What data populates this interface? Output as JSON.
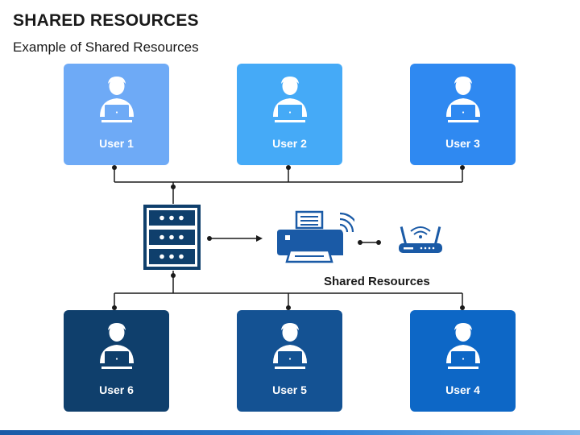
{
  "header": {
    "title": "SHARED RESOURCES",
    "subtitle": "Example of Shared Resources"
  },
  "users_top": [
    {
      "label": "User 1",
      "color": "#6eaaf6"
    },
    {
      "label": "User 2",
      "color": "#45aaf7"
    },
    {
      "label": "User 3",
      "color": "#2f89f1"
    }
  ],
  "users_bottom": [
    {
      "label": "User 6",
      "color": "#0f3f6c"
    },
    {
      "label": "User 5",
      "color": "#145293"
    },
    {
      "label": "User 4",
      "color": "#0d67c6"
    }
  ],
  "resources": {
    "label": "Shared Resources",
    "icons": [
      "server-icon",
      "printer-icon",
      "wifi-router-icon"
    ],
    "icon_color": "#1a5aa6"
  },
  "colors": {
    "line": "#1a1a1a",
    "icon_dark": "#0f3f6c",
    "icon_mid": "#1a5aa6"
  }
}
